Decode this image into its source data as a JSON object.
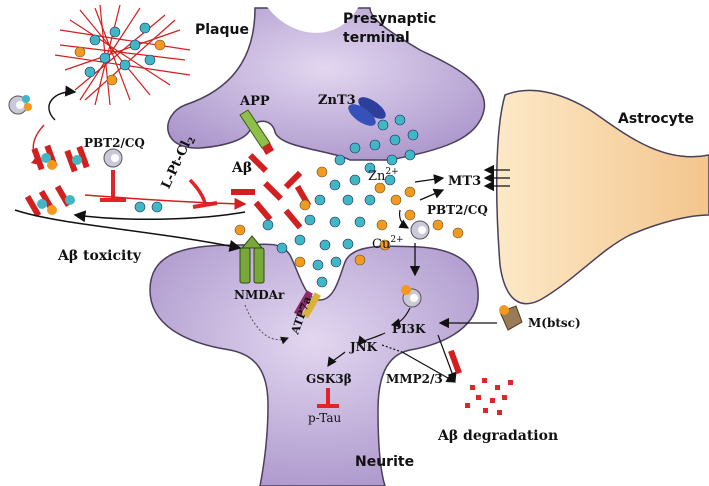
{
  "labels": {
    "plaque": "Plaque",
    "presynaptic_line1": "Presynaptic",
    "presynaptic_line2": "terminal",
    "app": "APP",
    "znt3": "ZnT3",
    "astrocyte": "Astrocyte",
    "pbt2_cq_left": "PBT2/CQ",
    "l_pt_cl2": "L-Pt-Cl",
    "l_pt_cl2_sub": "2",
    "abeta": "Aβ",
    "zn": "Zn",
    "zn_sup": "2+",
    "mt3": "MT3",
    "pbt2_cq_right": "PBT2/CQ",
    "cu": "Cu",
    "cu_sup": "2+",
    "abeta_toxicity": "Aβ toxicity",
    "nmdar": "NMDAr",
    "atp7a": "ATP7a",
    "m_btsc": "M(btsc)",
    "pi3k": "PI3K",
    "jnk": "JNK",
    "gsk3b": "GSK3β",
    "mmp": "MMP2/3",
    "ptau": "p-Tau",
    "abeta_degradation": "Aβ degradation",
    "neurite": "Neurite"
  },
  "colors": {
    "membrane": "#b9a7d3",
    "membrane_stroke": "#4a3f5c",
    "zinc": "#3fb8c4",
    "copper": "#f39a1e",
    "abeta": "#d21f1f",
    "astrocyte": "#f9d7a6",
    "receptor": "#79a83a",
    "inhibit": "#e0242a"
  },
  "icons": [
    "chelator-icon",
    "receptor-icon",
    "transporter-icon",
    "metal-complex-icon"
  ]
}
